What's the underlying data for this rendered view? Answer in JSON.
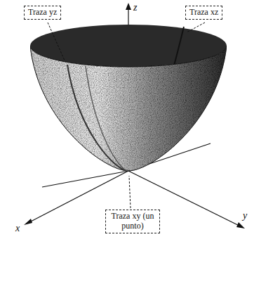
{
  "diagram": {
    "nodes": [
      {
        "text": [
          "Traza yz"
        ]
      },
      {
        "text": [
          "Traza xz"
        ]
      },
      {
        "text": [
          "Traza xy (un punto)"
        ]
      }
    ],
    "labels": [
      "z",
      "x",
      "y"
    ]
  }
}
